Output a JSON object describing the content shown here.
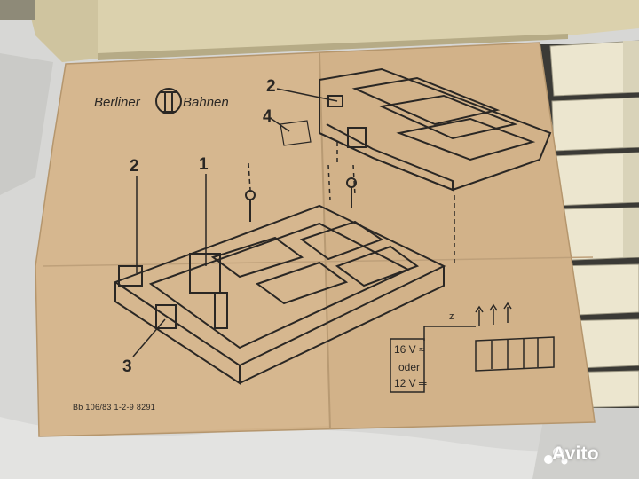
{
  "manual": {
    "brand_left": "Berliner",
    "brand_right": "Bahnen",
    "part_2_top": "2",
    "part_4": "4",
    "part_2_left": "2",
    "part_1": "1",
    "part_3": "3",
    "footer_code": "Bb 106/83 1-2-9 8291",
    "voltage_ac": "16 V ≈",
    "voltage_or": "oder",
    "voltage_dc": "12 V ═",
    "wire_label": "z"
  },
  "watermark": {
    "text": "Avito",
    "icon": "avito-dots-icon"
  },
  "colors": {
    "paper": "#d3b48b",
    "ink": "#2a2724",
    "cloth": "#dcdcda",
    "box": "#dbd2b0",
    "key": "#ece7d2"
  }
}
